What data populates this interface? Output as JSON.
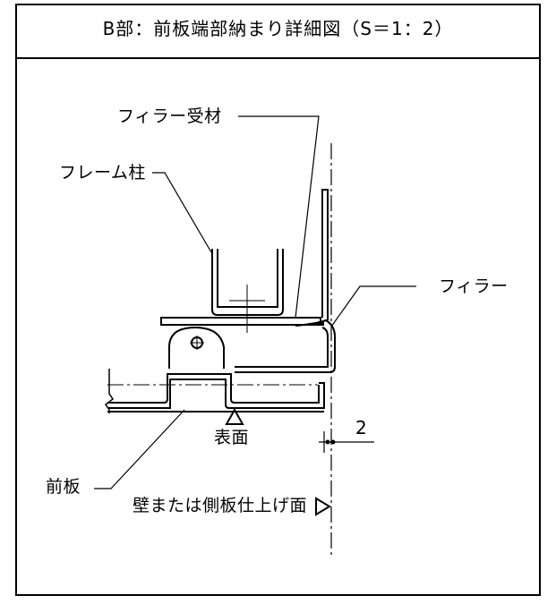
{
  "title": "B部：前板端部納まり詳細図（S＝1：2）",
  "labels": {
    "filler_receiver": "フィラー受材",
    "frame_column": "フレーム柱",
    "filler": "フィラー",
    "surface": "表面",
    "front_plate": "前板",
    "wall_finish": "壁または側板仕上げ面",
    "gap_dim": "2"
  },
  "colors": {
    "line": "#000000",
    "background": "#ffffff"
  }
}
